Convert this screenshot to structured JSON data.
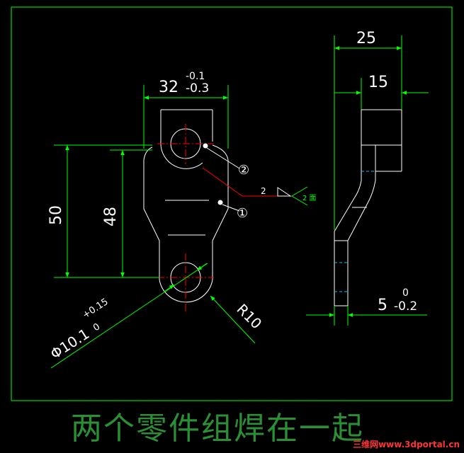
{
  "drawing": {
    "caption": "两个零件组焊在一起",
    "watermark": "三维网www.3dportal.cn",
    "colors": {
      "background": "#000000",
      "frame": "#00ff00",
      "dimension": "#00ff00",
      "geometry": "#ffffff",
      "centerline": "#ff0000",
      "leader": "#ff0000",
      "caption": "#2b8f36"
    }
  },
  "front_view": {
    "dim_width": "32",
    "dim_width_upper_tol": "-0.1",
    "dim_width_lower_tol": "-0.3",
    "dim_total_height": "50",
    "dim_center_height": "48",
    "dim_hole_dia": "Φ10.1",
    "dim_hole_upper_tol": "+0.15",
    "dim_hole_lower_tol": "0",
    "dim_radius": "R10",
    "balloon_1": "①",
    "balloon_2": "②",
    "weld_size": "2",
    "weld_symbol_text": "2 面"
  },
  "side_view": {
    "dim_overall_width": "25",
    "dim_top_width": "15",
    "dim_thickness": "5",
    "dim_thickness_upper_tol": "0",
    "dim_thickness_lower_tol": "-0.2"
  }
}
